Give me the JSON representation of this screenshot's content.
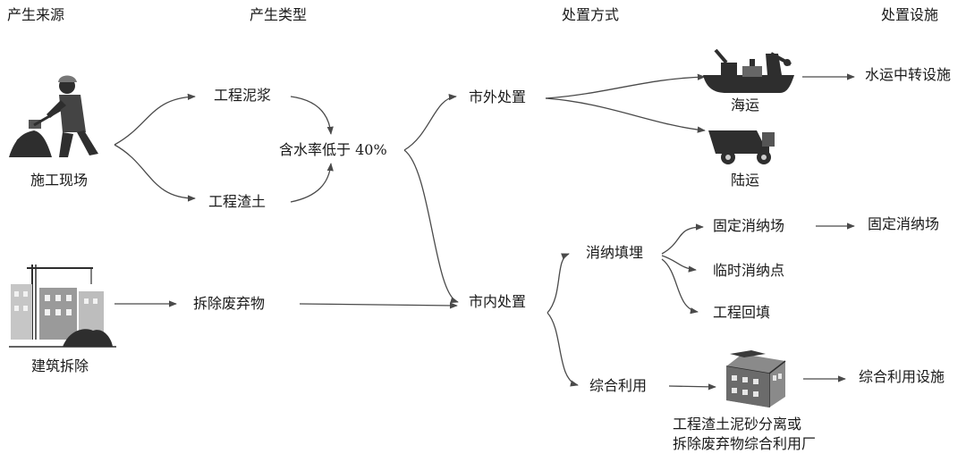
{
  "headers": {
    "source": "产生来源",
    "type": "产生类型",
    "method": "处置方式",
    "facility": "处置设施"
  },
  "sources": {
    "construction_site": "施工现场",
    "demolition": "建筑拆除"
  },
  "types": {
    "mud": "工程泥浆",
    "residue": "工程渣土",
    "moisture": "含水率低于 40%",
    "demolition_waste": "拆除废弃物"
  },
  "methods": {
    "outside_city": "市外处置",
    "inside_city": "市内处置",
    "sea": "海运",
    "land": "陆运",
    "landfill": "消纳填埋",
    "utilization": "综合利用",
    "fixed_site": "固定消纳场",
    "temp_site": "临时消纳点",
    "backfill": "工程回填"
  },
  "facilities": {
    "water_transfer": "水运中转设施",
    "fixed_site": "固定消纳场",
    "utilization_facility": "综合利用设施",
    "plant": "工程渣土泥砂分离或\n拆除废弃物综合利用厂"
  },
  "icons": {
    "worker": "worker-shoveling-icon",
    "demolition": "building-demolition-icon",
    "ship": "dredging-ship-icon",
    "truck": "dump-truck-icon",
    "factory": "factory-building-icon"
  },
  "colors": {
    "line": "#4a4a4a",
    "icon": "#2e2e2e",
    "icon_mid": "#7a7a7a",
    "icon_light": "#b8b8b8"
  }
}
